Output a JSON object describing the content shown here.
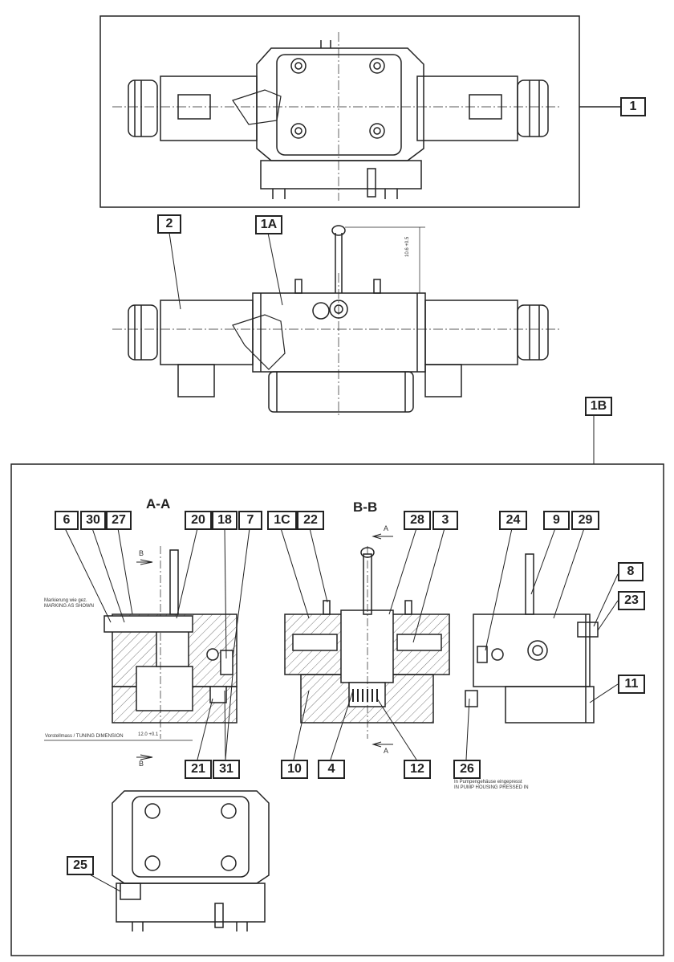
{
  "callouts": {
    "c1": "1",
    "c2": "2",
    "c1A": "1A",
    "c1B": "1B",
    "c1C": "1C",
    "c3": "3",
    "c4": "4",
    "c6": "6",
    "c7": "7",
    "c8": "8",
    "c9": "9",
    "c10": "10",
    "c11": "11",
    "c12": "12",
    "c18": "18",
    "c20": "20",
    "c21": "21",
    "c22": "22",
    "c23": "23",
    "c24": "24",
    "c25": "25",
    "c26": "26",
    "c27": "27",
    "c28": "28",
    "c29": "29",
    "c30": "30",
    "c31": "31"
  },
  "sections": {
    "aa": "A-A",
    "bb": "B-B",
    "a": "A",
    "b": "B"
  },
  "notes": {
    "marking_de": "Markierung wie gez.",
    "marking_en": "MARKING AS SHOWN",
    "tuning": "Vorstellmass / TUNING DIMENSION",
    "tuning_value": "12.0 +0.1",
    "height_value": "10.6 +0.5",
    "pressed_de": "In Pumpengehäuse eingepresst",
    "pressed_en": "IN PUMP HOUSING PRESSED IN"
  }
}
